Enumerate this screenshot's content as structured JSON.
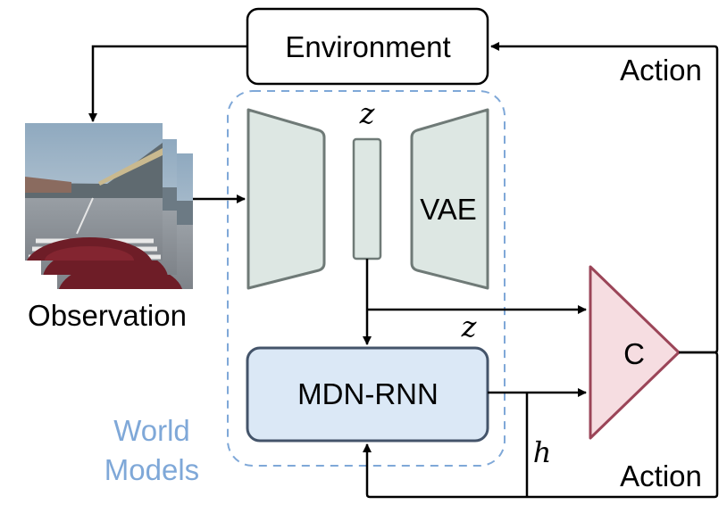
{
  "environment": {
    "label": "Environment"
  },
  "observation": {
    "label": "Observation"
  },
  "vae": {
    "label": "VAE",
    "latent_label": "z"
  },
  "mdn_rnn": {
    "label": "MDN-RNN"
  },
  "controller": {
    "label": "C"
  },
  "world_models": {
    "label_line1": "World",
    "label_line2": "Models"
  },
  "edges": {
    "action_top": "Action",
    "action_bottom": "Action",
    "z_to_controller": "z",
    "h_label": "h"
  },
  "colors": {
    "vae_fill": "#dde7e3",
    "vae_stroke": "#6f7a77",
    "mdn_fill": "#dbe8f6",
    "mdn_stroke": "#44546a",
    "controller_fill": "#f6dde1",
    "controller_stroke": "#9b4558",
    "world_models_dash": "#7fa8d8",
    "world_models_text": "#7fa8d8",
    "arrow": "#000000"
  }
}
